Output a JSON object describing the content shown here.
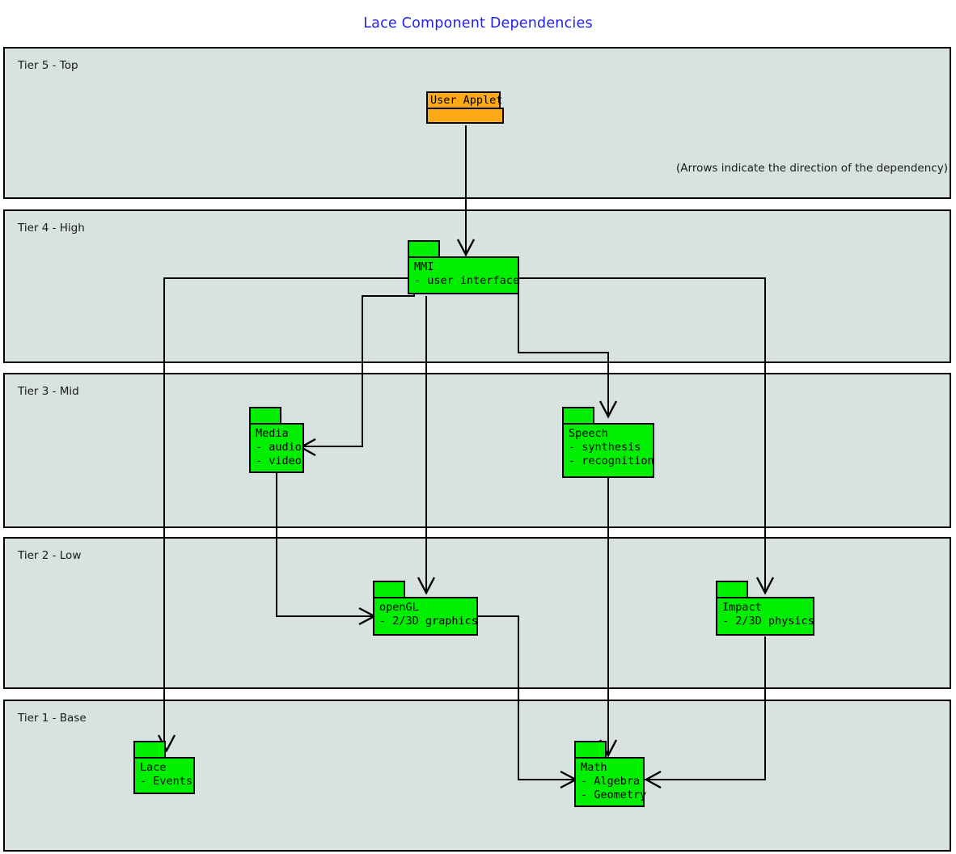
{
  "title": "Lace Component Dependencies",
  "note": "(Arrows indicate the direction of the dependency)",
  "tiers": [
    {
      "label": "Tier 5 - Top"
    },
    {
      "label": "Tier 4 - High"
    },
    {
      "label": "Tier 3 - Mid"
    },
    {
      "label": "Tier 2 - Low"
    },
    {
      "label": "Tier 1 - Base"
    }
  ],
  "nodes": {
    "user_applet": {
      "name": "User Applet",
      "color": "#ffa916",
      "tier": "Tier 5 - Top"
    },
    "mmi": {
      "name": "MMI",
      "detail": "MMI\n- user interface",
      "color": "#00ee00",
      "tier": "Tier 4 - High"
    },
    "media": {
      "name": "Media",
      "detail": "Media\n- audio\n- video",
      "color": "#00ee00",
      "tier": "Tier 3 - Mid"
    },
    "speech": {
      "name": "Speech",
      "detail": "Speech\n- synthesis\n- recognition",
      "color": "#00ee00",
      "tier": "Tier 3 - Mid"
    },
    "opengl": {
      "name": "openGL",
      "detail": "openGL\n- 2/3D graphics",
      "color": "#00ee00",
      "tier": "Tier 2 - Low"
    },
    "impact": {
      "name": "Impact",
      "detail": "Impact\n- 2/3D physics",
      "color": "#00ee00",
      "tier": "Tier 2 - Low"
    },
    "lace": {
      "name": "Lace",
      "detail": "Lace\n- Events",
      "color": "#00ee00",
      "tier": "Tier 1 - Base"
    },
    "math": {
      "name": "Math",
      "detail": "Math\n- Algebra\n- Geometry",
      "color": "#00ee00",
      "tier": "Tier 1 - Base"
    }
  },
  "edges": [
    {
      "from": "User Applet",
      "to": "MMI"
    },
    {
      "from": "MMI",
      "to": "Lace"
    },
    {
      "from": "MMI",
      "to": "Media"
    },
    {
      "from": "MMI",
      "to": "openGL"
    },
    {
      "from": "MMI",
      "to": "Speech"
    },
    {
      "from": "MMI",
      "to": "Impact"
    },
    {
      "from": "Media",
      "to": "openGL"
    },
    {
      "from": "Speech",
      "to": "Math"
    },
    {
      "from": "openGL",
      "to": "Math"
    },
    {
      "from": "Impact",
      "to": "Math"
    }
  ],
  "colors": {
    "title": "#2222ee",
    "tier_background": "#d7e2e1",
    "node_green": "#00ee00",
    "node_orange": "#ffa916",
    "stroke": "#000000"
  }
}
